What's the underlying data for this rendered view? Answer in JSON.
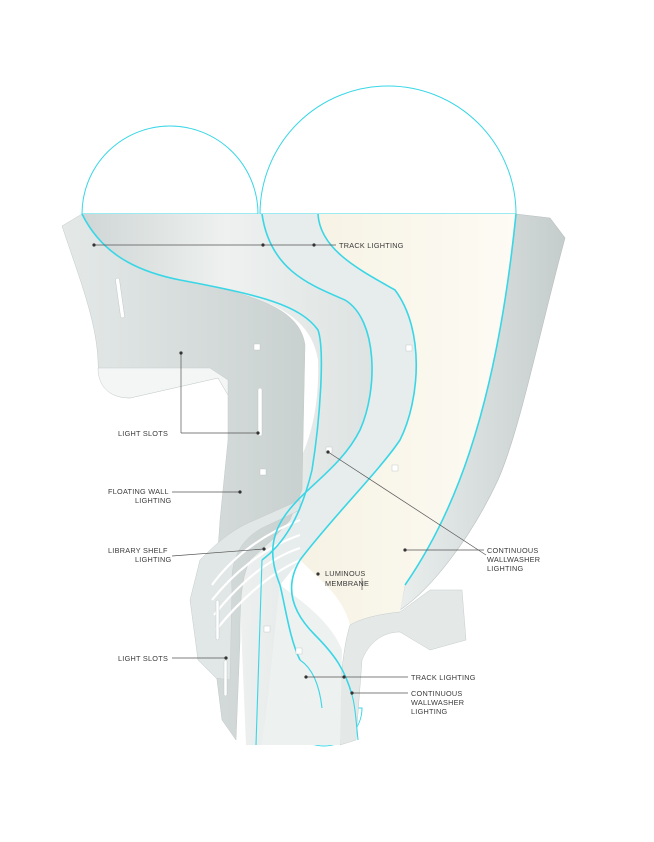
{
  "labels": {
    "track_lighting_top": "TRACK LIGHTING",
    "light_slots_upper": "LIGHT SLOTS",
    "floating_wall": [
      "FLOATING WALL",
      "LIGHTING"
    ],
    "library_shelf": [
      "LIBRARY SHELF",
      "LIGHTING"
    ],
    "light_slots_lower": "LIGHT SLOTS",
    "continuous_wallwasher_right": [
      "CONTINUOUS",
      "WALLWASHER",
      "LIGHTING"
    ],
    "luminous_membrane": [
      "LUMINOUS",
      "MEMBRANE"
    ],
    "track_lighting_bottom": "TRACK LIGHTING",
    "continuous_wallwasher_bottom": [
      "CONTINUOUS",
      "WALLWASHER",
      "LIGHTING"
    ]
  },
  "colors": {
    "light_line": "#39d6e6",
    "wall_shade": "#dfe5e4",
    "membrane": "#fbf8ee",
    "label_text": "#3a3a3a"
  }
}
